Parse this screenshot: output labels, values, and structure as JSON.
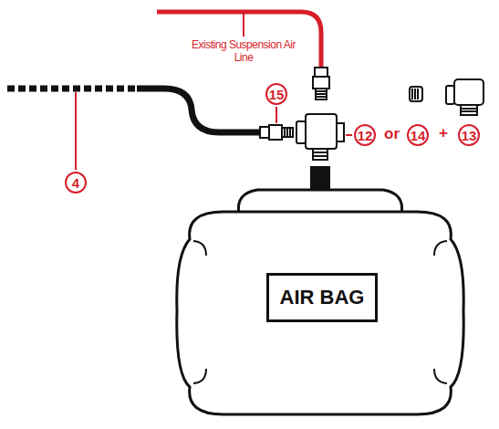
{
  "diagram": {
    "nodes": [
      {
        "text": [
          "AIR BAG"
        ]
      }
    ],
    "labels": [
      "Existing Suspension Air Line",
      "15",
      "4",
      "12",
      "or",
      "14",
      "+",
      "13"
    ]
  }
}
